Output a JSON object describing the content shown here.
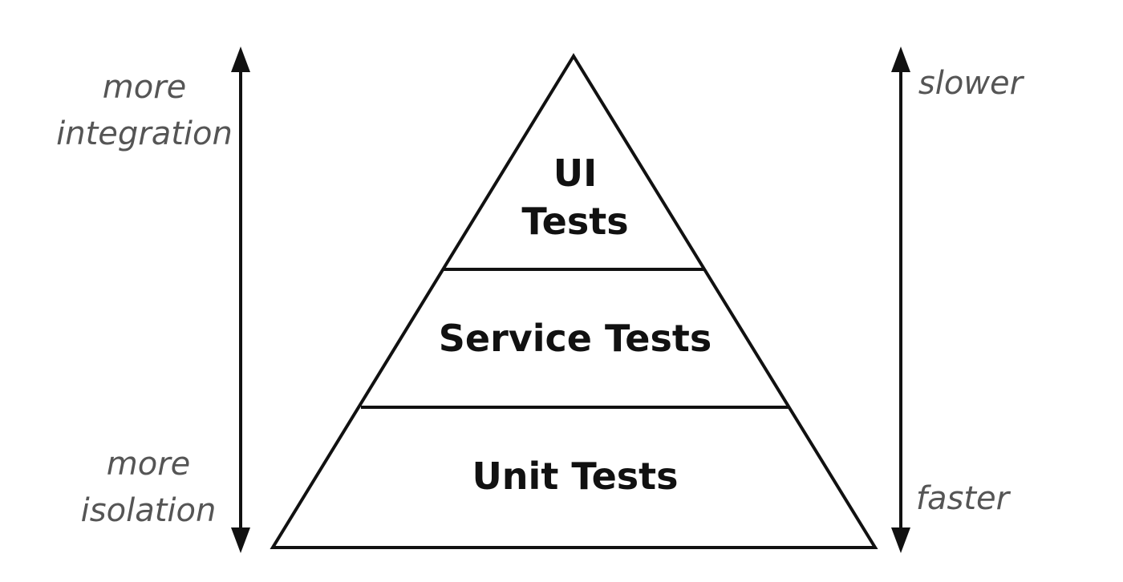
{
  "left_axis": {
    "top_label": [
      "more",
      "integration"
    ],
    "bottom_label": [
      "more",
      "isolation"
    ]
  },
  "right_axis": {
    "top_label": "slower",
    "bottom_label": "faster"
  },
  "pyramid": {
    "tiers": [
      {
        "line1": "UI",
        "line2": "Tests"
      },
      {
        "line1": "Service Tests"
      },
      {
        "line1": "Unit Tests"
      }
    ]
  }
}
